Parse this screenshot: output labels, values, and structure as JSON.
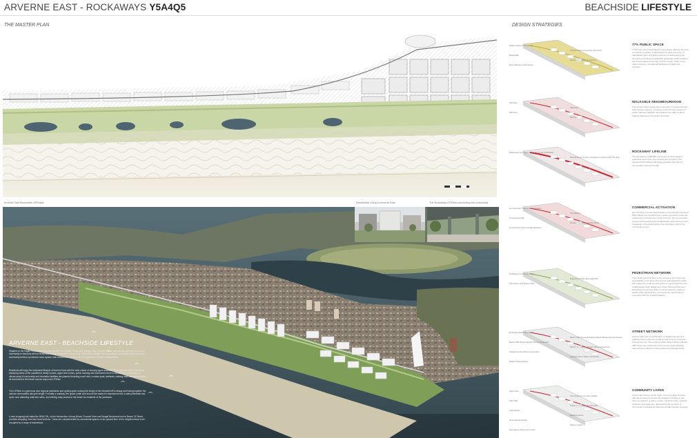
{
  "header": {
    "title_plain": "ARVERNE EAST - ROCKAWAYS",
    "title_code": "Y5A4Q5",
    "right_plain": "BEACHSIDE",
    "right_bold": "LIFESTYLE"
  },
  "sections": {
    "master_plan": "THE MASTER PLAN",
    "design_strategies": "DESIGN STRATEGIES"
  },
  "captions": {
    "aerial": "Arverne East Beachside LIFEstyle",
    "residential": "Residential Living in Arverne East",
    "lifeline": "The Rockaway LIFEline connecting the community"
  },
  "overlay": {
    "title_plain": "ARVERNE EAST - BEACHSIDE",
    "title_bold": "LIFE",
    "title_tail": "STYLE",
    "paragraphs": [
      "Situated on the fragile Rockaway peninsula between the Atlantic Ocean and Jamaica Bay, Arverne East is reenvisioned as a modern beach community in harmony with its beachside setting. Using the existing dune and marsh ecologies as its foundation, the master plan places the community behind a protective dune system that reduces the impact of storm surge and provides a natural buffer.",
      "Residents will enjoy the beachside lifestyle of Arverne East with the wide choice of housing types available. From condominiums that enjoy sweeping views of the coastline to family houses, aged care homes, public housing and townhomes there is something for everyone. A vibrant array of community and recreation facilities are planned including a surf club, a nature park, wetlands, walking trails, and sports parks, all connected to the beach access ways and LIFEline.",
      "The LIFEline is a generous new regional pedestrian and cycling spine running the length of the elevated MTA railway and linking together the various communities along its length. Formally a roadway, the space under and around the viaduct is transformed into a safe pedestrian and cycle zone attracting retail and cafes, and offering easy access to the beach for residents of the peninsula.",
      "A new shopping hall called the BEACON, on the intersection of busy Beach Channel Drive and Seagirt Boulevard next to Beach 32 Street, provides shopping, food and local services. These are complemented by commercial spaces on the ground floor of the neighbourhood to be occupied by a range of businesses."
    ]
  },
  "strategies": [
    {
      "title": "77% PUBLIC SPACE",
      "body": "77% of the site is dedicated to open space offering the local community a variety of landscapes to relax and enjoy. A naturalised dune and grass reserve is located along the shoreline providing a sustainable landscape buffer between the Arverne East community and the ocean, while a new nature reserve, recreational facilities and parks are included.",
      "labels": [
        "Nature Reserve (33 acres)",
        "Arverne East Community (33 acres)",
        "Boardwalk",
        "Recreation Space (7.4 acres)",
        "Dune Reserve (33.3 acres)"
      ]
    },
    {
      "title": "WALKABLE NEIGHBOURHOOD",
      "body": "The Arverne East residential community is focused around both subway stations, ensuring close and easy access to public transport facilities. All residents are within a short walking distance to the beach and train.",
      "labels": [
        "200 Feet",
        "400 Feet",
        "600 Feet",
        "800 Feet"
      ]
    },
    {
      "title": "ROCKAWAY LIFELINE",
      "body": "The Rockaway LIFELINE is a generous new regional pedestrian and cycle zone sharing the corridor of the elevated MTA railway and linking together the various communities along its length.",
      "labels": [
        "Pedestrian and cycle connection to Far Rockaway",
        "Pedestrian and cycle connection to Arverne By The Sea"
      ]
    },
    {
      "title": "COMMERCIAL ACTIVATION",
      "body": "Ground Floor Commercial activation is fronting the elevated MTA railway line transforming a space previously under the viaduct into a vibrant community precinct. The commercial spine is focussed around the BEACON, which acts as both a gateway to the beach and a new shopping mall for the community to use.",
      "labels": [
        "Ground Floor Commercial Activation",
        "The Beacon",
        "Commercial Hall",
        "Ground Floor Commercial Spine",
        "Ground Floor Commercial Activation"
      ]
    },
    {
      "title": "PEDESTRIAN NETWORK",
      "body": "The existing grid will form a key component to improving accessibility in the area. The streets and pedestrian paths will enable the residents and visitors to go through the site to Edgewater Park, Edgemere Urban Renewal Plan and Rockaway Community Park. A robust network creates a legible place allowing the community the opportunity to reconnect with the coastal habitats.",
      "labels": [
        "Rockaway Community Park",
        "Edgemere Urban Renewal Plan",
        "Sand Dune and Nature Trail"
      ]
    },
    {
      "title": "STREET NETWORK",
      "body": "Arverne East has a combination of Seagirt Avenue and Larkway Drive ensuring excellent east to west movement through the site. The existing streets Beach 32nd to Beach 38th Street are reintroduced into Arverne East allowing easy access to Beach Channel Drive and Seagirt Drive.",
      "labels": [
        "Rockaway Beach Boulevard",
        "Beach 32th Street Rockaway Beach Boulevard Intersection",
        "Beach 35th Street Seagirt Street Intersection",
        "Beach 32nd Street Seagirt Street Intersection",
        "Seagirt Avenue Street Connection",
        "Larkway Drive Street Connection",
        "Beach Channel Drive"
      ]
    },
    {
      "title": "COMMUNITY LIVING",
      "body": "Community living is at the heart of Arverne East through offering an array of community facilities including a surf club, recreations, a nature centre, medical centre, schools, childcare and aged care. Essential to the creation of community is integrating safe and private housing typology.",
      "labels": [
        "Aged Care",
        "School and Community Facility",
        "Surf Club",
        "Public and Private Housing Mix",
        "Surf Shelter",
        "Medical Centre",
        "Recreational Facility",
        "Nature Centre",
        "Emergency Response Centre"
      ]
    }
  ],
  "colors": {
    "accent_red": "#c8202a",
    "ocean": "#3f5560",
    "sand": "#d8d0b8",
    "dune_green": "#8ea86a",
    "beach_green": "#9cb870"
  }
}
